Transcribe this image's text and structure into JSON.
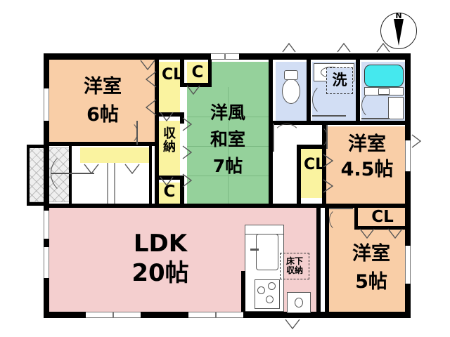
{
  "plan": {
    "type": "floor-plan",
    "compass": {
      "north_label": "N"
    },
    "rooms": [
      {
        "id": "washitsu_6",
        "name_line1": "洋室",
        "name_line2": "6帖",
        "size": "6帖",
        "color": "#F9CEA7"
      },
      {
        "id": "japanese_7",
        "name_line1": "洋風",
        "name_line2": "和室",
        "name_line3": "7帖",
        "size": "7帖",
        "color": "#95D19B"
      },
      {
        "id": "youshitsu_45",
        "name_line1": "洋室",
        "name_line2": "4.5帖",
        "size": "4.5帖",
        "color": "#F9CEA7"
      },
      {
        "id": "youshitsu_5",
        "name_line1": "洋室",
        "name_line2": "5帖",
        "size": "5帖",
        "color": "#F9CEA7"
      },
      {
        "id": "ldk_20",
        "name_line1": "LDK",
        "name_line2": "20帖",
        "size": "20帖",
        "color": "#F4CFCF"
      }
    ],
    "storage": [
      {
        "id": "cl-top-left",
        "label": "CL",
        "orientation": "vertical"
      },
      {
        "id": "c-top-right",
        "label": "C",
        "orientation": "horizontal"
      },
      {
        "id": "shuno-center",
        "label": "収納",
        "orientation": "vertical"
      },
      {
        "id": "c-bottom-left",
        "label": "C",
        "orientation": "horizontal"
      },
      {
        "id": "cl-mid-right",
        "label": "CL",
        "orientation": "vertical"
      },
      {
        "id": "cl-lower-right",
        "label": "CL",
        "orientation": "horizontal"
      }
    ],
    "fixtures": [
      {
        "id": "laundry",
        "label": "洗"
      },
      {
        "id": "underfloor",
        "label": "床下収納"
      }
    ],
    "colors": {
      "peach": "#F9CEA7",
      "pink": "#F4CFCF",
      "green": "#95D19B",
      "blue": "#D2DEF4",
      "yellow": "#FAF3A0",
      "cyan": "#45E8EE",
      "wall": "#000000",
      "background": "#FFFFFF"
    }
  }
}
